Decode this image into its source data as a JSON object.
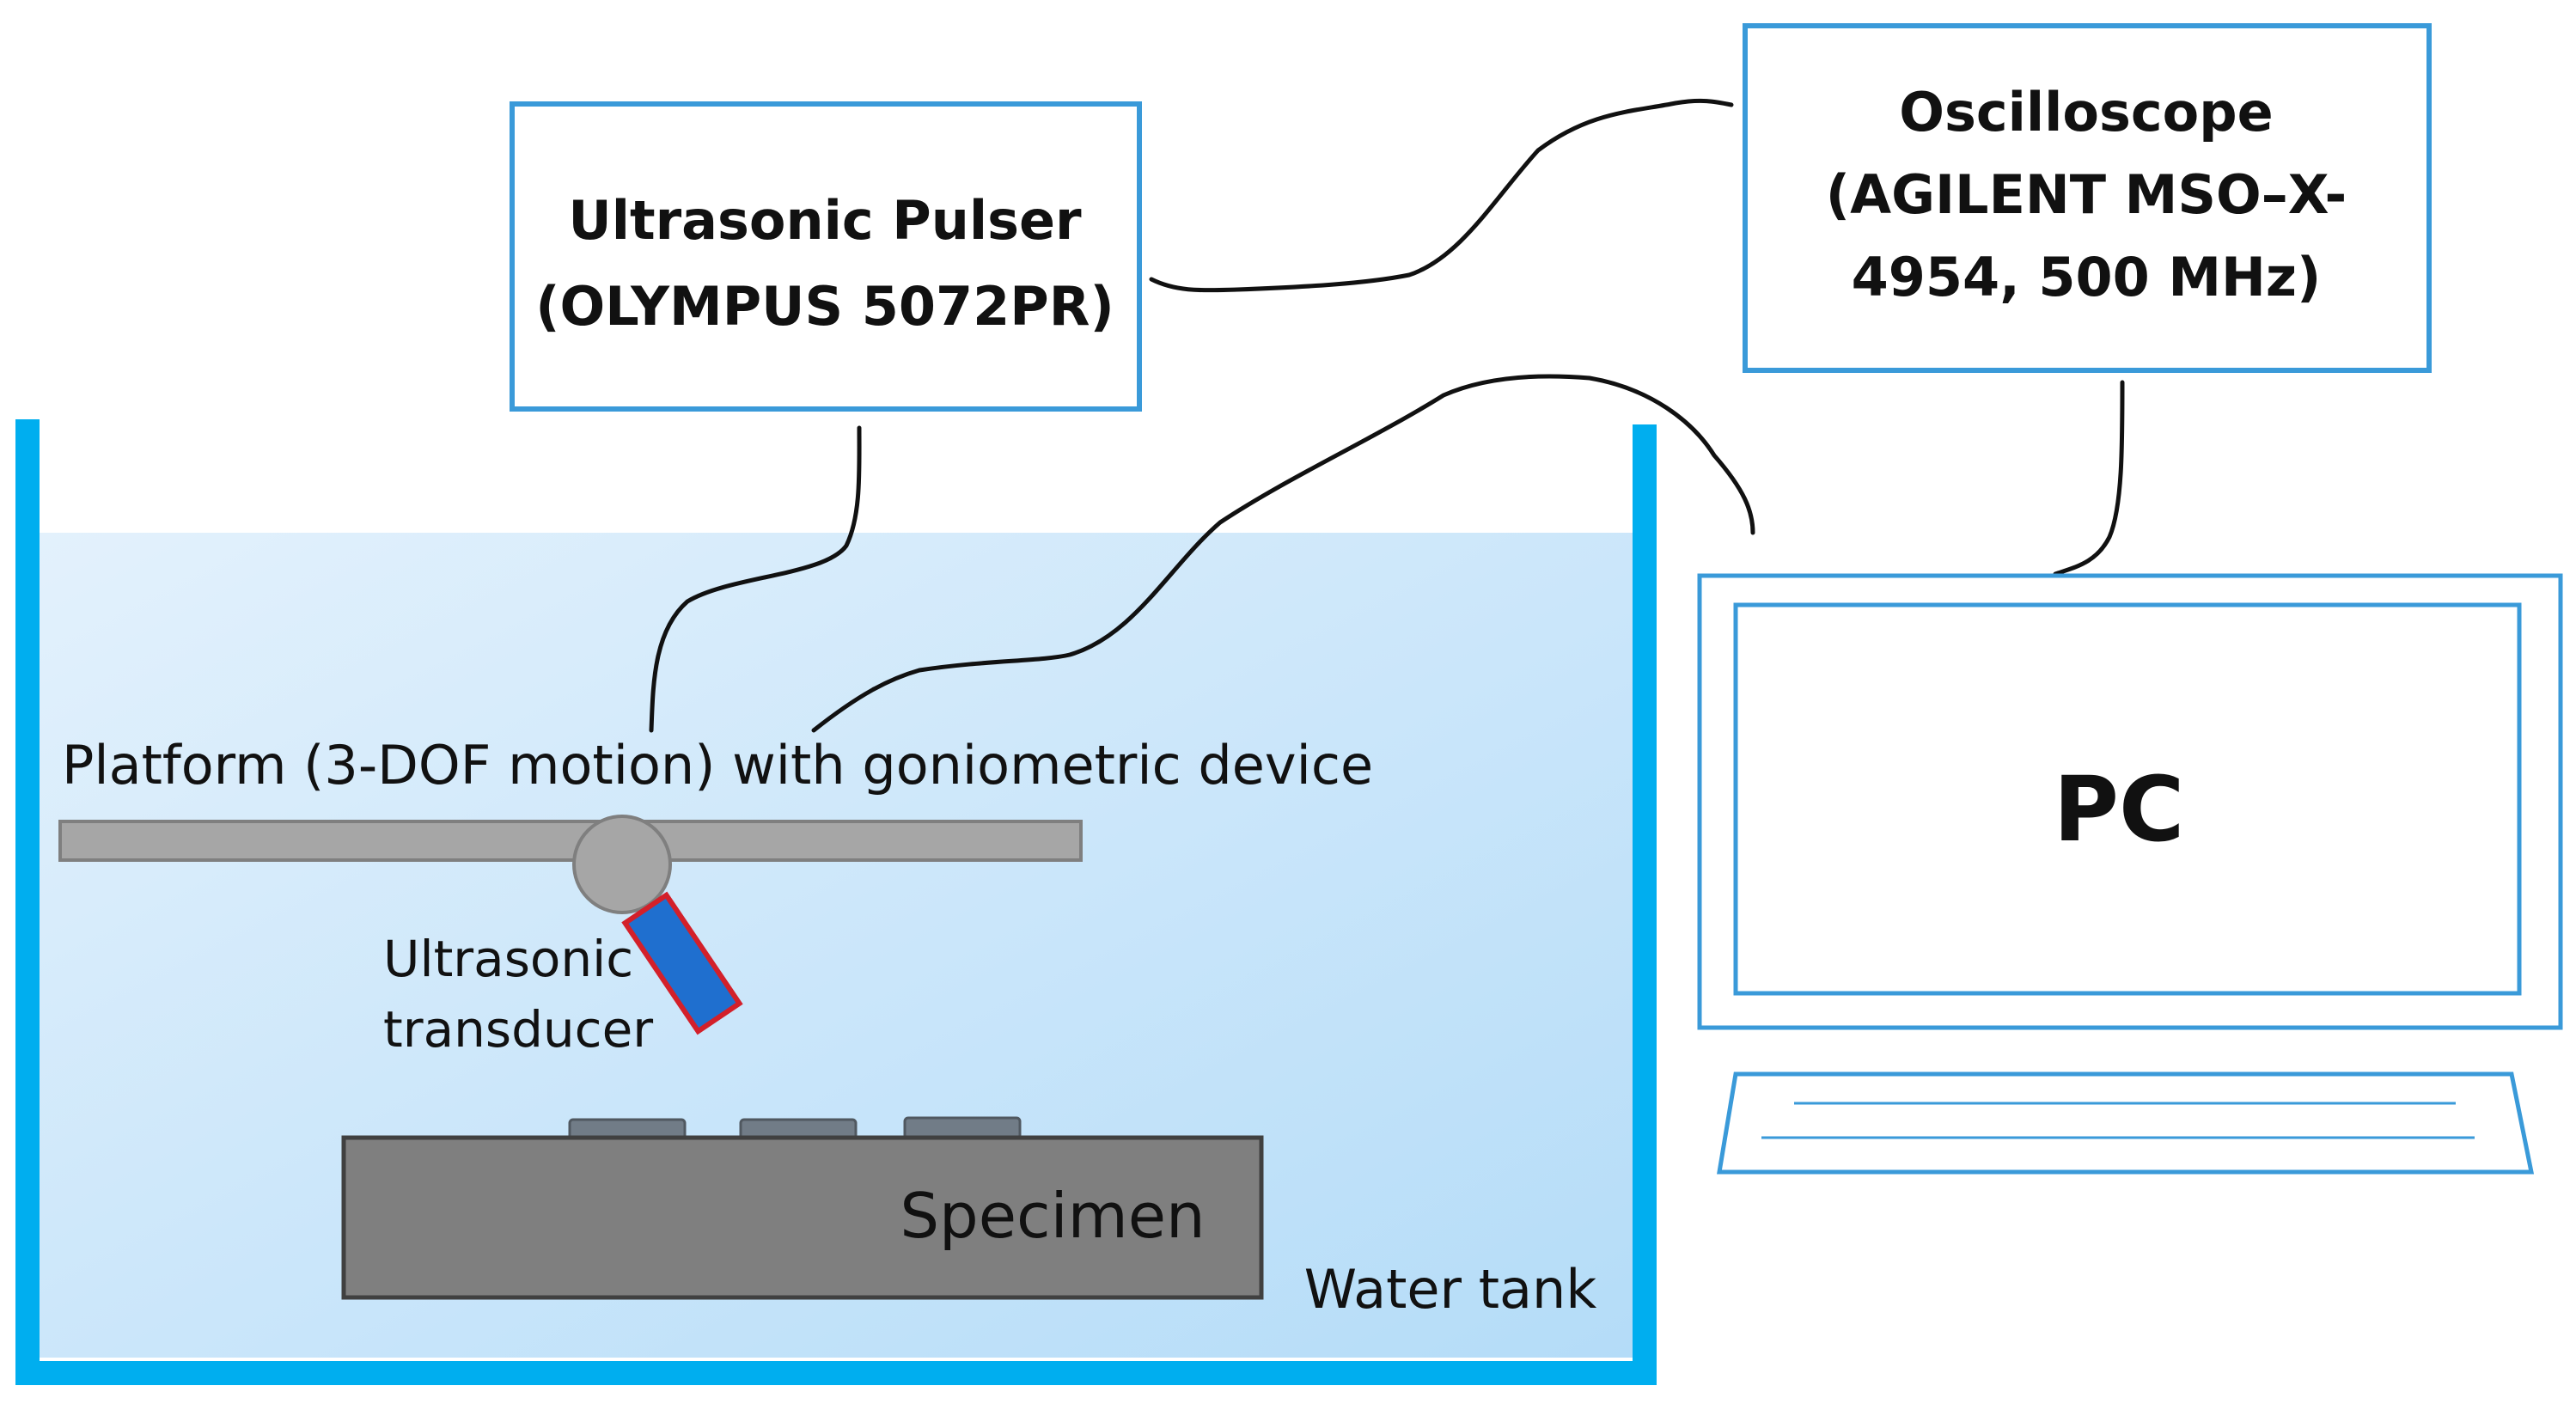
{
  "pulser": {
    "line1": "Ultrasonic Pulser",
    "line2": "(OLYMPUS 5072PR)"
  },
  "oscilloscope": {
    "line1": "Oscilloscope",
    "line2": "(AGILENT MSO–X-",
    "line3": "4954, 500 MHz)"
  },
  "pc": {
    "label": "PC"
  },
  "platform": {
    "label": "Platform (3-DOF motion) with goniometric device"
  },
  "transducer": {
    "line1": "Ultrasonic",
    "line2": "transducer"
  },
  "specimen": {
    "label": "Specimen"
  },
  "tank": {
    "label": "Water tank"
  },
  "colors": {
    "box_border": "#3a9ad9",
    "tank_wall": "#00aeef",
    "water_light": "#e3f1fc",
    "water_dark": "#b4dcf8",
    "platform_fill": "#a6a6a6",
    "transducer_fill": "#1f6fcf",
    "transducer_border": "#d3202a",
    "specimen_fill": "#7f7f7f",
    "cable": "#111111"
  }
}
